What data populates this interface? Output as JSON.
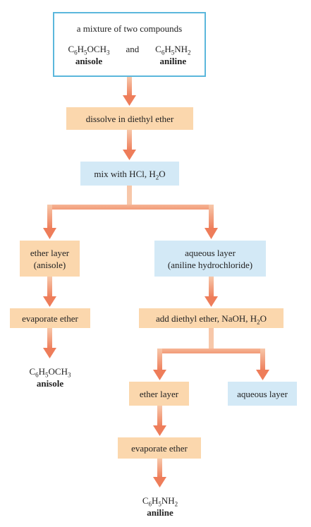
{
  "top": {
    "title": "a mixture of two compounds",
    "left_formula": [
      "C",
      "6",
      "H",
      "5",
      "OCH",
      "3"
    ],
    "and": "and",
    "right_formula": [
      "C",
      "6",
      "H",
      "5",
      "NH",
      "2"
    ],
    "left_name": "anisole",
    "right_name": "aniline"
  },
  "steps": {
    "dissolve": "dissolve in diethyl ether",
    "mix_prefix": "mix with HCl, H",
    "mix_sub": "2",
    "mix_suffix": "O",
    "left_ether_1": "ether layer",
    "left_ether_2": "(anisole)",
    "aqueous_1": "aqueous layer",
    "aqueous_2": "(aniline hydrochloride)",
    "evaporate_left": "evaporate ether",
    "add_prefix": "add diethyl ether, NaOH, H",
    "add_sub": "2",
    "add_suffix": "O",
    "ether_layer_2": "ether layer",
    "aqueous_layer_2": "aqueous layer",
    "evaporate_bottom": "evaporate ether"
  },
  "products": {
    "anisole_formula": [
      "C",
      "6",
      "H",
      "5",
      "OCH",
      "3"
    ],
    "anisole_name": "anisole",
    "aniline_formula": [
      "C",
      "6",
      "H",
      "5",
      "NH",
      "2"
    ],
    "aniline_name": "aniline"
  },
  "colors": {
    "peach_box": "#fbd7ad",
    "blue_box": "#d3e9f6",
    "outline": "#5bb7dc",
    "arrow": "#f08a67"
  }
}
